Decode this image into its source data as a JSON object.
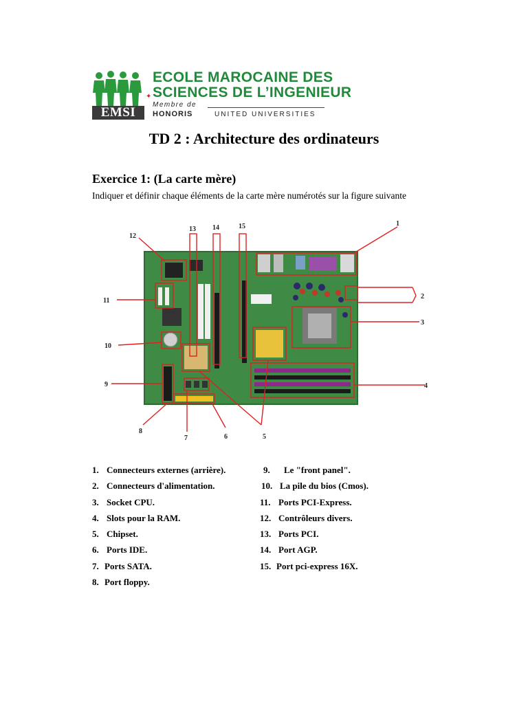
{
  "header": {
    "logo": {
      "line1": "ECOLE MAROCAINE DES",
      "line2": "SCIENCES DE L’INGENIEUR",
      "membre": "Membre de",
      "honoris": "HONORIS",
      "united": "UNITED UNIVERSITIES",
      "emsi": "EMSI"
    }
  },
  "document": {
    "title": "TD 2 : Architecture des ordinateurs",
    "exercise_title": "Exercice 1: (La carte mère)",
    "instruction": "Indiquer et définir chaque éléments de la carte mère numérotés sur la figure suivante"
  },
  "figure": {
    "labels": [
      "1",
      "2",
      "3",
      "4",
      "5",
      "6",
      "7",
      "8",
      "9",
      "10",
      "11",
      "12",
      "13",
      "14",
      "15"
    ]
  },
  "legend": {
    "left": [
      {
        "num": "1.",
        "text": "Connecteurs externes (arrière)."
      },
      {
        "num": "2.",
        "text": "Connecteurs d'alimentation."
      },
      {
        "num": "3.",
        "text": "Socket CPU."
      },
      {
        "num": "4.",
        "text": "Slots pour la RAM."
      },
      {
        "num": "5.",
        "text": "Chipset."
      },
      {
        "num": "6.",
        "text": "Ports IDE."
      },
      {
        "num": "7.",
        "text": "Ports SATA."
      },
      {
        "num": "8.",
        "text": "Port floppy."
      }
    ],
    "right": [
      {
        "num": "9.",
        "text": "Le \"front panel\"."
      },
      {
        "num": "10.",
        "text": "La pile du bios (Cmos)."
      },
      {
        "num": "11.",
        "text": "Ports PCI-Express."
      },
      {
        "num": "12.",
        "text": "Contrôleurs divers."
      },
      {
        "num": "13.",
        "text": "Ports PCI."
      },
      {
        "num": "14.",
        "text": "Port AGP."
      },
      {
        "num": "15.",
        "text": "Port pci-express 16X."
      }
    ]
  }
}
